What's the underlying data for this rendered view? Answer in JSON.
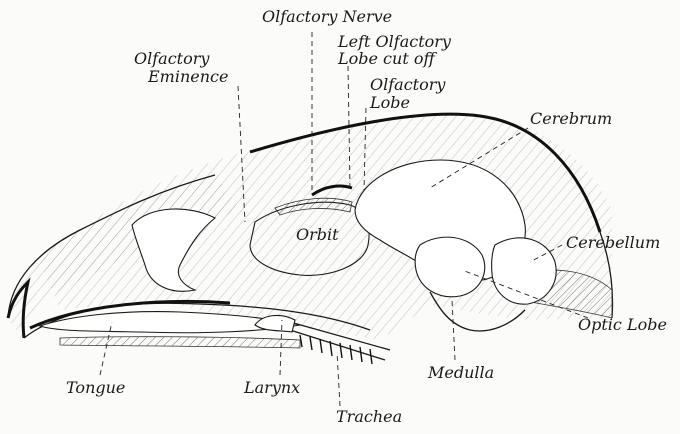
{
  "labels": {
    "olfactory_nerve": "Olfactory Nerve",
    "left_olfactory_line1": "Left Olfactory",
    "left_olfactory_line2": "Lobe cut off",
    "olfactory_eminence_line1": "Olfactory",
    "olfactory_eminence_line2": "Eminence",
    "olfactory_lobe_line1": "Olfactory",
    "olfactory_lobe_line2": "Lobe",
    "cerebrum": "Cerebrum",
    "cerebellum": "Cerebellum",
    "optic_lobe": "Optic Lobe",
    "orbit": "Orbit",
    "tongue": "Tongue",
    "larynx": "Larynx",
    "medulla": "Medulla",
    "trachea": "Trachea"
  }
}
